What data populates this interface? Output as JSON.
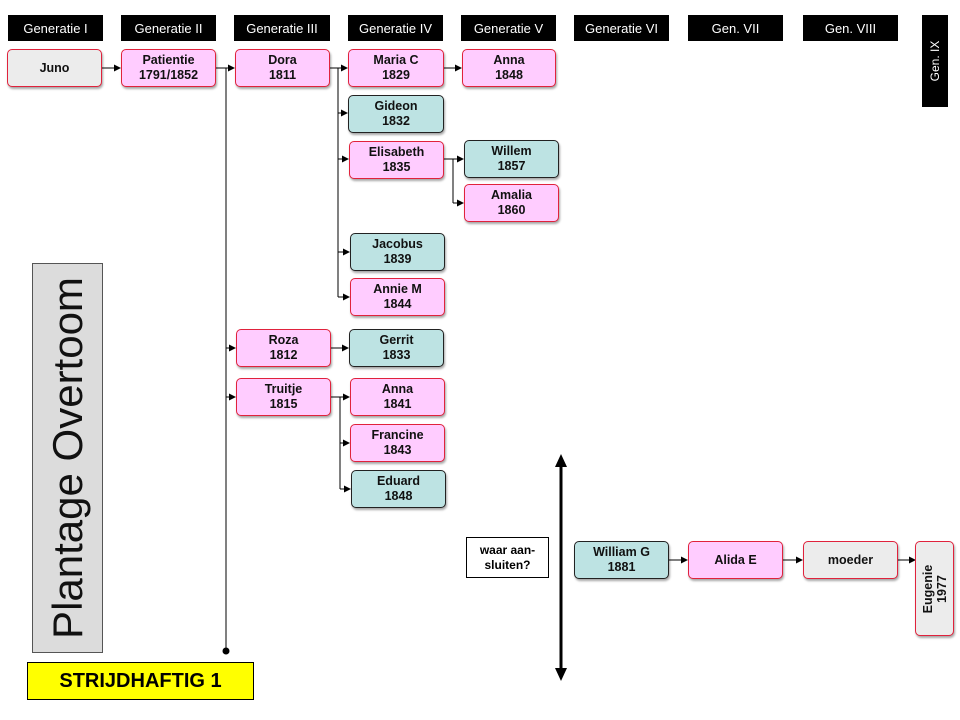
{
  "generations": [
    "Generatie I",
    "Generatie II",
    "Generatie III",
    "Generatie IV",
    "Generatie V",
    "Generatie VI",
    "Gen. VII",
    "Gen. VIII",
    "Gen. IX"
  ],
  "title": "Plantage Overtoom",
  "badge": "STRIJDHAFTIG 1",
  "note": "waar aan-sluiten?",
  "note_lines": [
    "waar aan-",
    "sluiten?"
  ],
  "people": {
    "juno": {
      "name": "Juno",
      "year": ""
    },
    "patientie": {
      "name": "Patientie",
      "year": "1791/1852"
    },
    "dora": {
      "name": "Dora",
      "year": "1811"
    },
    "maria_c": {
      "name": "Maria C",
      "year": "1829"
    },
    "anna_1848": {
      "name": "Anna",
      "year": "1848"
    },
    "gideon": {
      "name": "Gideon",
      "year": "1832"
    },
    "elisabeth": {
      "name": "Elisabeth",
      "year": "1835"
    },
    "willem": {
      "name": "Willem",
      "year": "1857"
    },
    "amalia": {
      "name": "Amalia",
      "year": "1860"
    },
    "jacobus": {
      "name": "Jacobus",
      "year": "1839"
    },
    "annie_m": {
      "name": "Annie M",
      "year": "1844"
    },
    "roza": {
      "name": "Roza",
      "year": "1812"
    },
    "gerrit": {
      "name": "Gerrit",
      "year": "1833"
    },
    "truitje": {
      "name": "Truitje",
      "year": "1815"
    },
    "anna_1841": {
      "name": "Anna",
      "year": "1841"
    },
    "francine": {
      "name": "Francine",
      "year": "1843"
    },
    "eduard": {
      "name": "Eduard",
      "year": "1848"
    },
    "william_g": {
      "name": "William G",
      "year": "1881"
    },
    "alida_e": {
      "name": "Alida E",
      "year": ""
    },
    "moeder": {
      "name": "moeder",
      "year": ""
    },
    "eugenie": {
      "name": "Eugenie",
      "year": "1977"
    }
  },
  "colors": {
    "female": "#ffccff",
    "male": "#bde3e3",
    "unknown": "#ececec",
    "badge": "#ffff00",
    "header": "#000000"
  }
}
